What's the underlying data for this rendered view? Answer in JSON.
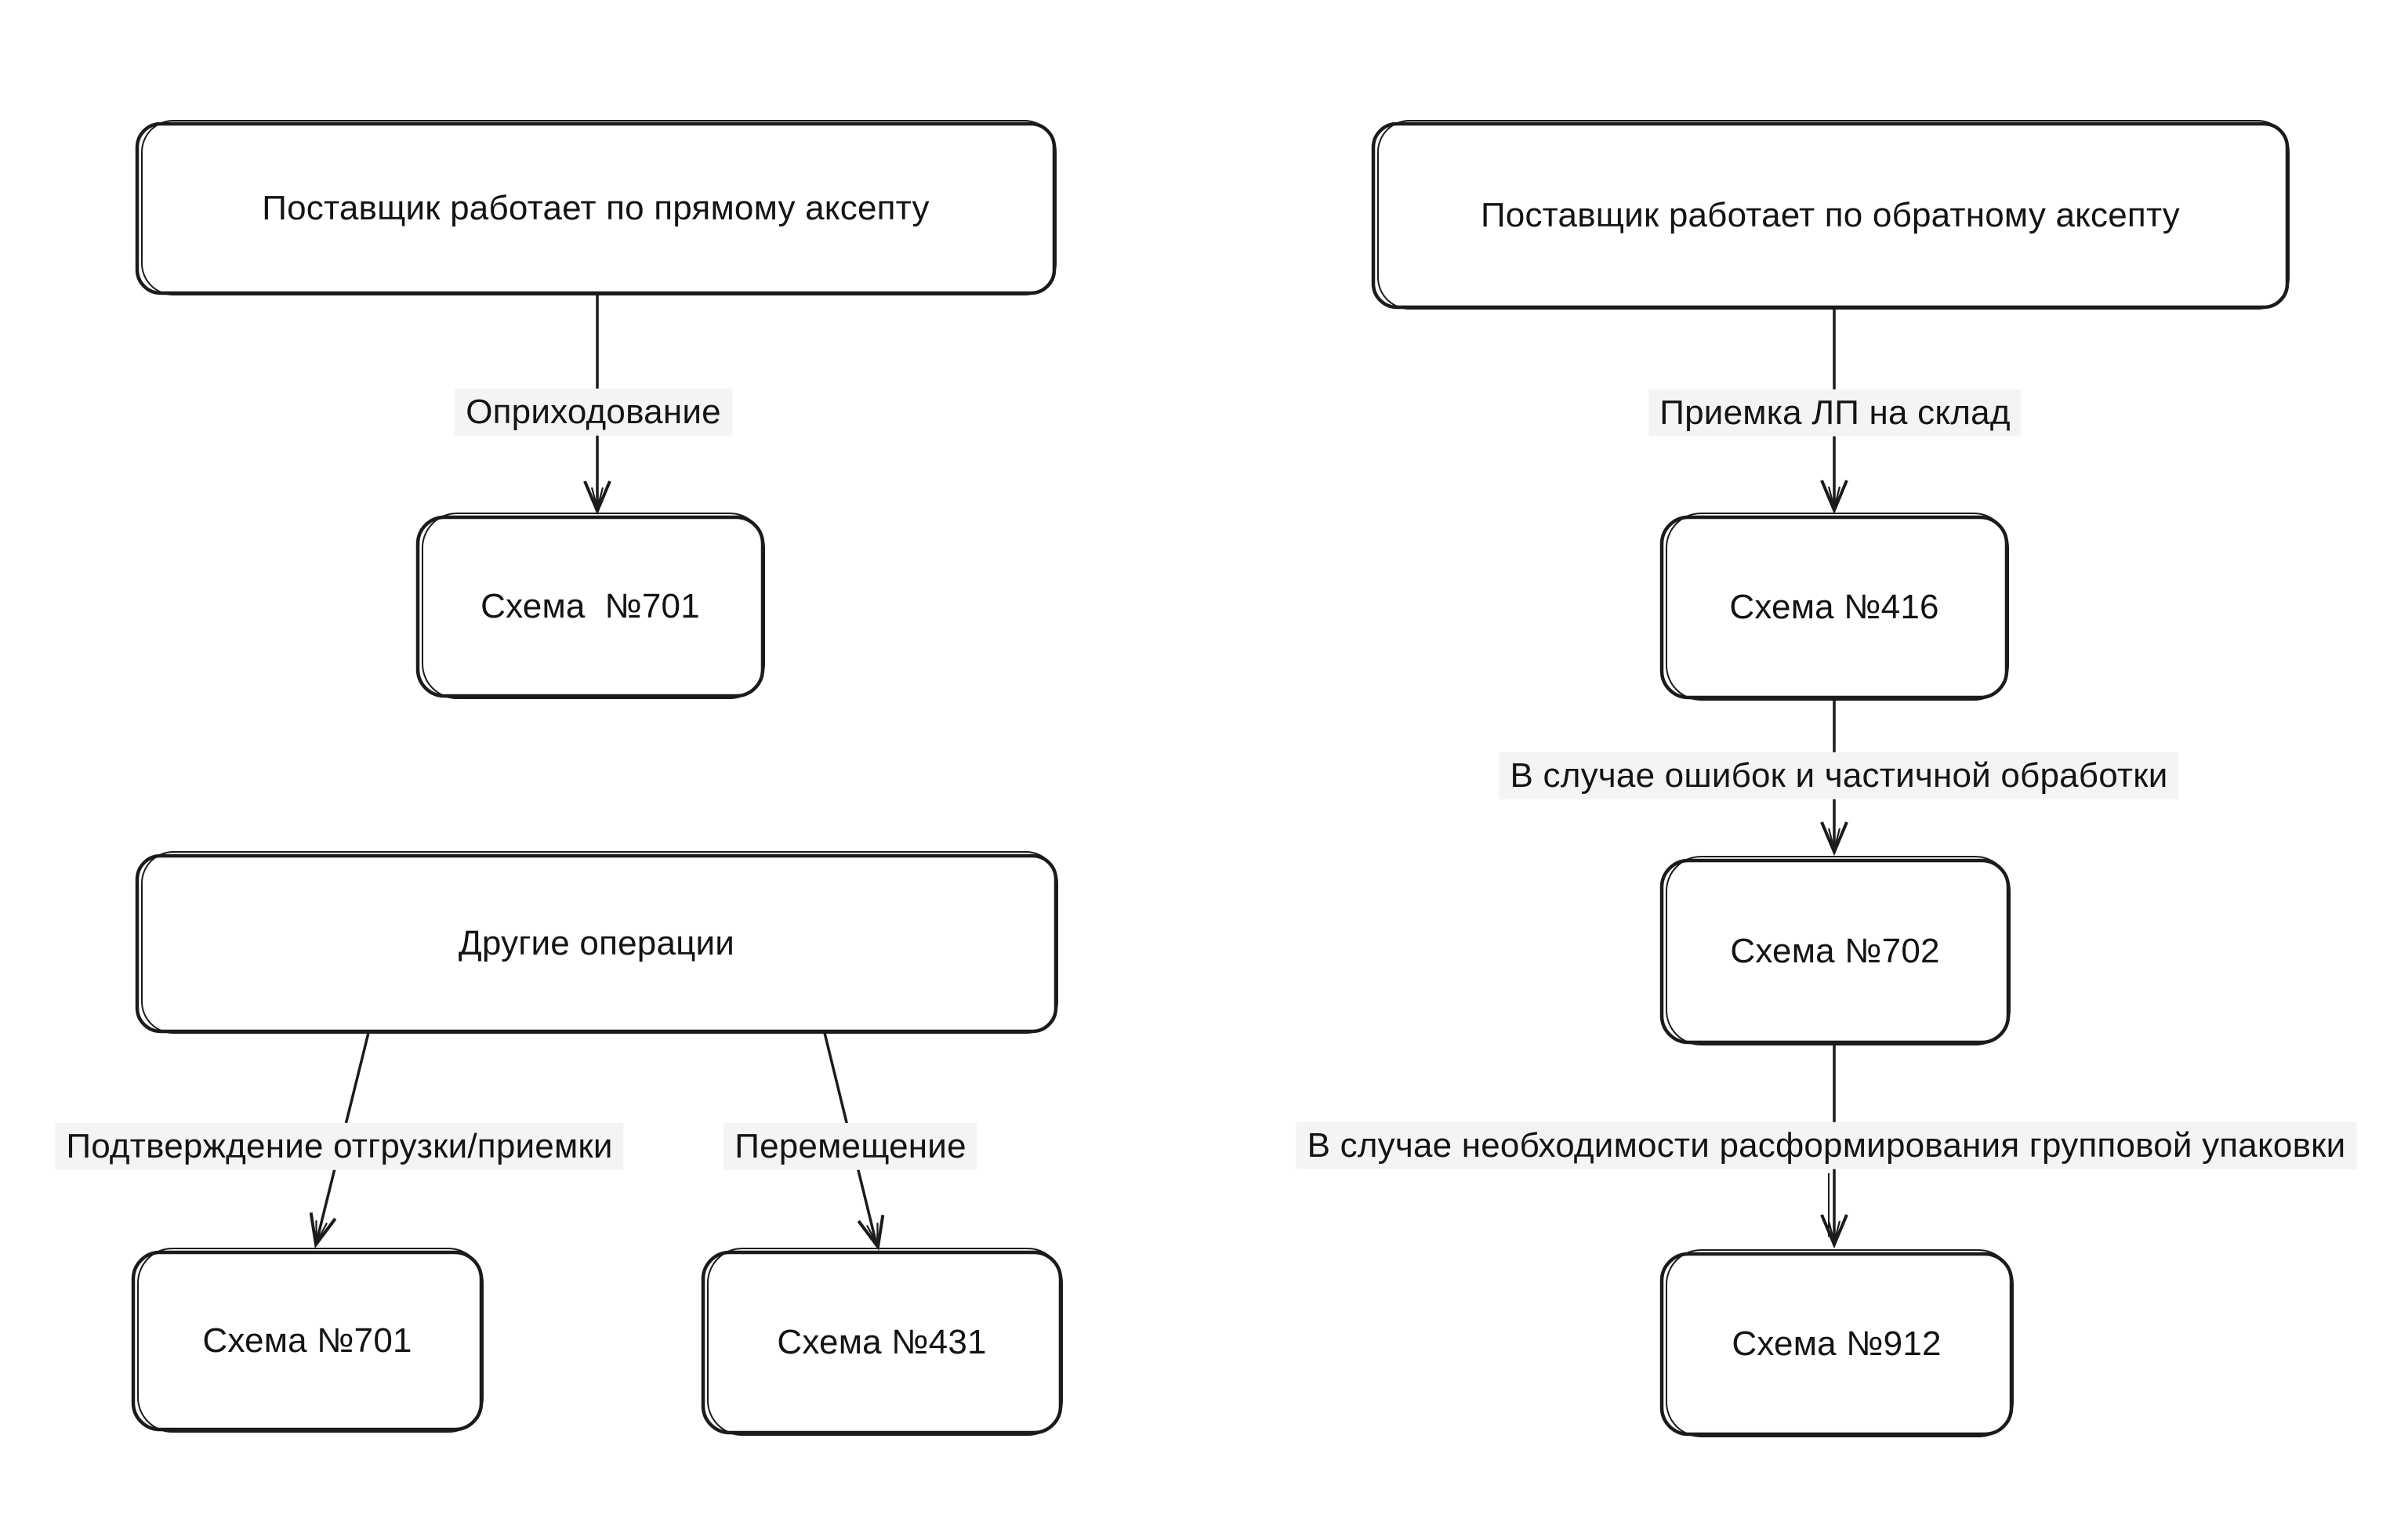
{
  "colors": {
    "background": "#ffffff",
    "ink": "#1b1b1b",
    "label_chip": "#f4f4f4",
    "text": "#141414"
  },
  "left_flow": {
    "root_label": "Поставщик работает по прямому аксепту",
    "edge_label": "Оприходование",
    "target_label": "Схема  №701",
    "other": {
      "root_label": "Другие операции",
      "edges": [
        {
          "label": "Подтверждение отгрузки/приемки",
          "target_label": "Схема №701"
        },
        {
          "label": "Перемещение",
          "target_label": "Схема №431"
        }
      ]
    }
  },
  "right_flow": {
    "root_label": "Поставщик работает по обратному аксепту",
    "edges": [
      {
        "label": "Приемка ЛП на склад",
        "target_label": "Схема №416"
      },
      {
        "label": "В случае ошибок и частичной обработки",
        "target_label": "Схема №702"
      },
      {
        "label": "В случае необходимости расформирования групповой упаковки",
        "target_label": "Схема №912"
      }
    ]
  }
}
